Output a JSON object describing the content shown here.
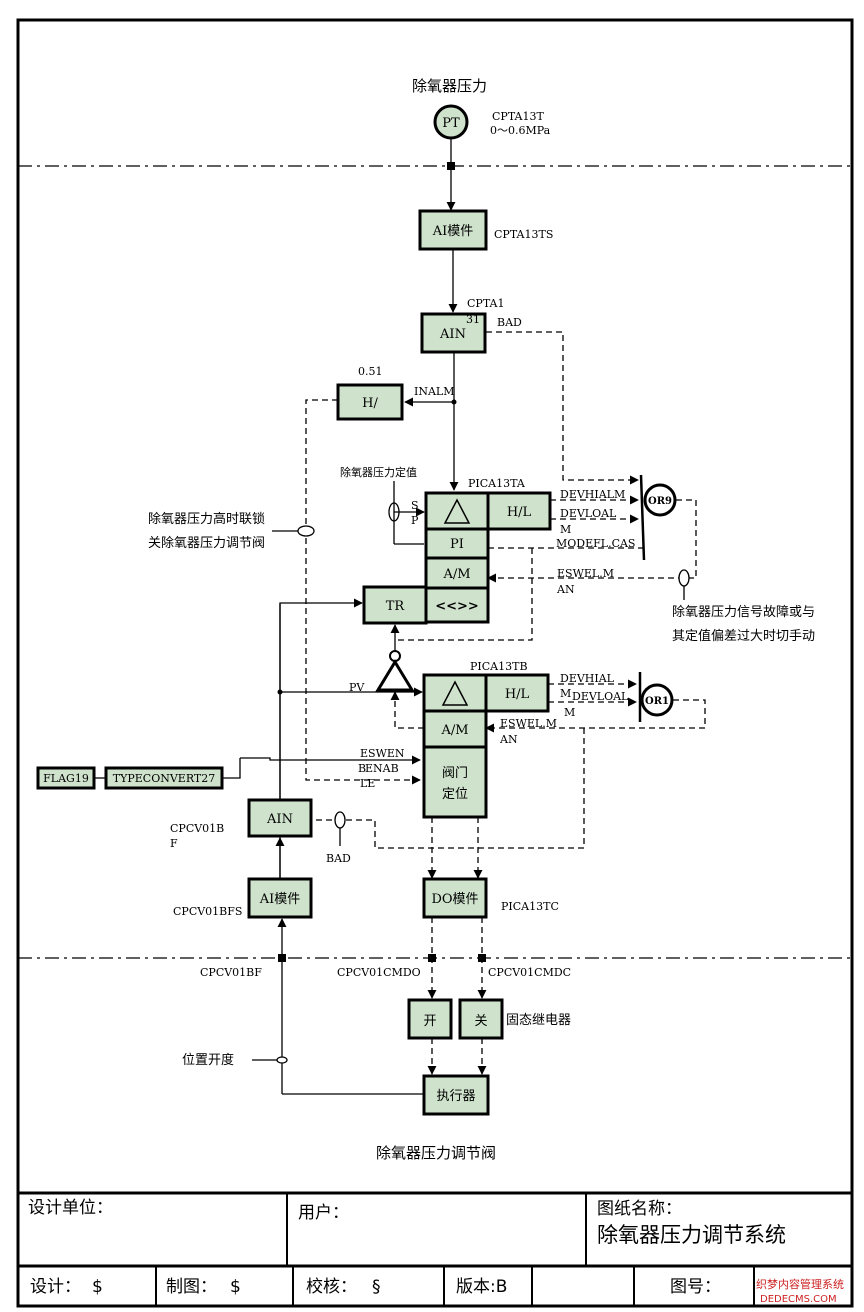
{
  "sensor": {
    "title": "除氧器压力",
    "symbol": "PT",
    "tag": "CPTA13T",
    "range": "0～0.6MPa"
  },
  "blocks": {
    "ai1": "AI模件",
    "ai1_tag": "CPTA13TS",
    "ain1": "AIN",
    "ain1_tag_a": "CPTA1",
    "ain1_tag_b": "31",
    "bad1": "BAD",
    "hslash": "H/",
    "hslash_val": "0.51",
    "inalm": "INALM",
    "setpoint": "除氧器压力定值",
    "sp_s": "S",
    "sp_p": "P",
    "pica_a": "PICA13TA",
    "delta1": "△",
    "hl1": "H/L",
    "devhialm": "DEVHIALM",
    "devloal": "DEVLOAL",
    "devloal_m": "M",
    "pi": "PI",
    "am1": "A/M",
    "modefl": "MODEFL.CAS",
    "eswel1": "ESWEL.M",
    "eswel1_b": "AN",
    "tr": "TR",
    "arrows": "<<>>",
    "or9": "OR9",
    "note_fault_1": "除氧器压力信号故障或与",
    "note_fault_2": "其定值偏差过大时切手动",
    "note_interlock_1": "除氧器压力高时联锁",
    "note_interlock_2": "关除氧器压力调节阀",
    "pica_b": "PICA13TB",
    "pv": "PV",
    "delta2": "△",
    "hl2": "H/L",
    "devhial2": "DEVHIAL",
    "devhial2_m": "M",
    "devloal2": "DEVLOAL",
    "devloal2_m": "M",
    "or1": "OR1",
    "am2": "A/M",
    "eswel2": "ESWEL.M",
    "eswel2_b": "AN",
    "eswen": "ESWEN",
    "eswen_b": "B",
    "enab": "ENAB",
    "enab_b": "LE",
    "valve_pos_1": "阀门",
    "valve_pos_2": "定位",
    "flag": "FLAG19",
    "typeconvert": "TYPECONVERT27",
    "ain2": "AIN",
    "ain2_tag_a": "CPCV01B",
    "ain2_tag_b": "F",
    "bad2": "BAD",
    "ai2": "AI模件",
    "ai2_tag": "CPCV01BFS",
    "do": "DO模件",
    "do_tag": "PICA13TC",
    "cpcv01bf": "CPCV01BF",
    "cmdo": "CPCV01CMDO",
    "cmdc": "CPCV01CMDC",
    "open": "开",
    "close": "关",
    "relay": "固态继电器",
    "position": "位置开度",
    "actuator": "执行器"
  },
  "caption": "除氧器压力调节阀",
  "titleblock": {
    "design_unit": "设计单位：",
    "user": "用户：",
    "drawing_name_label": "图纸名称：",
    "drawing_name": "除氧器压力调节系统",
    "design": "设计：",
    "design_val": "$",
    "draw": "制图：",
    "draw_val": "$",
    "check": "校核：",
    "check_val": "§",
    "version": "版本:B",
    "drawing_no": "图号："
  },
  "watermark": {
    "line1": "织梦内容管理系统",
    "line2": "DEDECMS.COM"
  }
}
